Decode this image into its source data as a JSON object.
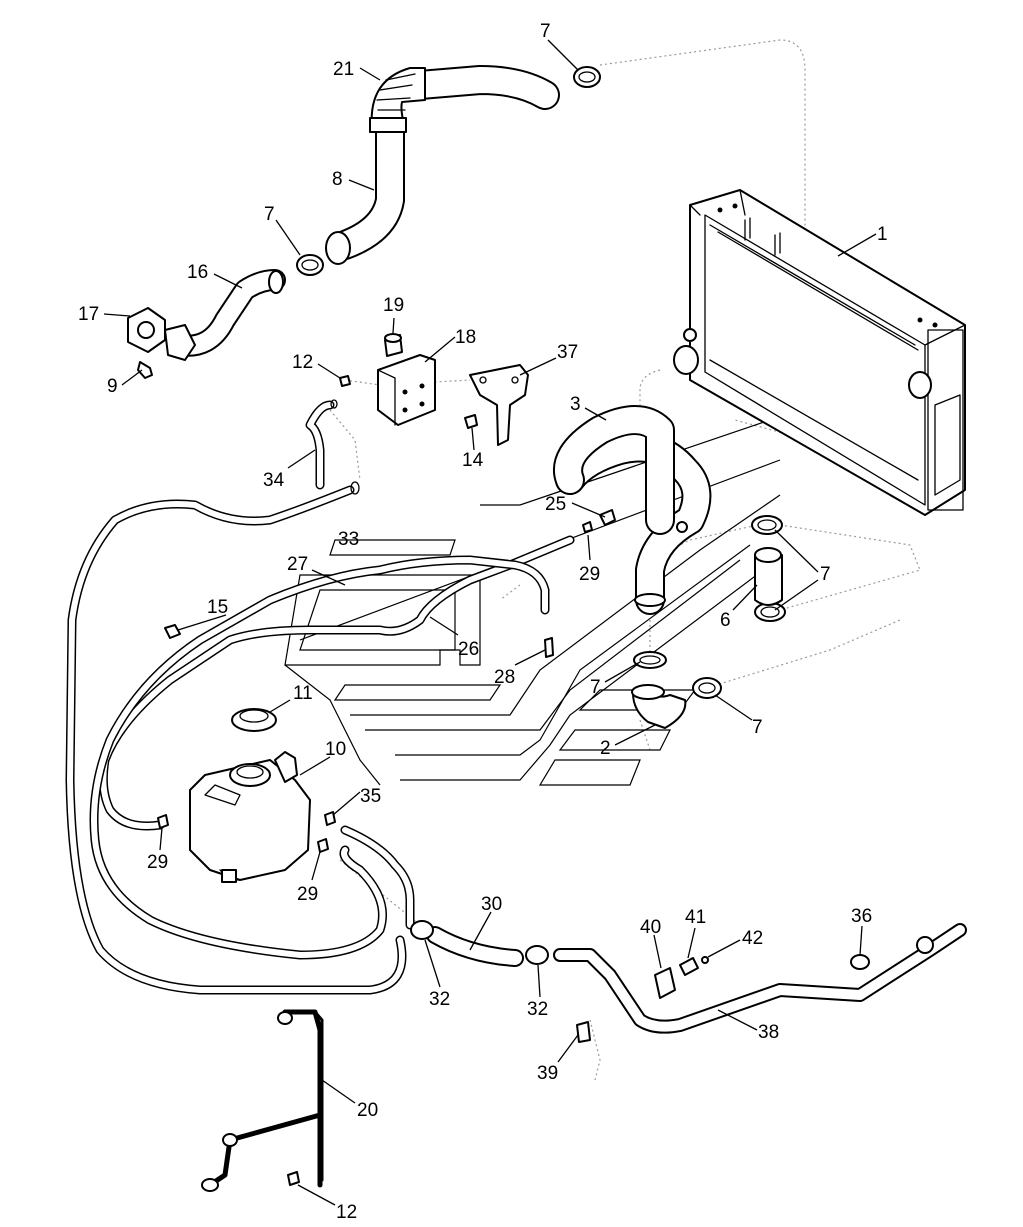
{
  "callouts": {
    "c1": "1",
    "c2": "2",
    "c3": "3",
    "c6": "6",
    "c7a": "7",
    "c7b": "7",
    "c7c": "7",
    "c7d": "7",
    "c7e": "7",
    "c8": "8",
    "c9": "9",
    "c10": "10",
    "c11": "11",
    "c12a": "12",
    "c12b": "12",
    "c14": "14",
    "c15": "15",
    "c16": "16",
    "c17": "17",
    "c18": "18",
    "c19": "19",
    "c20": "20",
    "c21": "21",
    "c25": "25",
    "c26": "26",
    "c27": "27",
    "c28": "28",
    "c29a": "29",
    "c29b": "29",
    "c29c": "29",
    "c30": "30",
    "c32a": "32",
    "c32b": "32",
    "c33": "33",
    "c34": "34",
    "c35": "35",
    "c36": "36",
    "c37": "37",
    "c38": "38",
    "c39": "39",
    "c40": "40",
    "c41": "41",
    "c42": "42"
  }
}
